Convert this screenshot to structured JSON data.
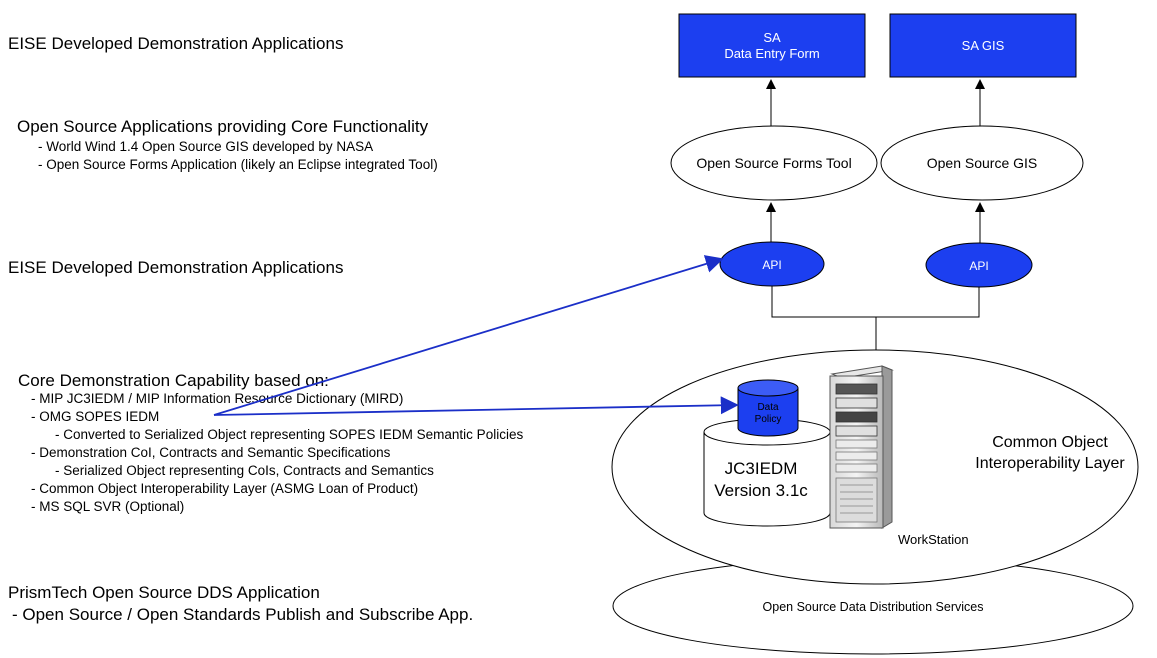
{
  "left": {
    "eise_top": "EISE Developed Demonstration Applications",
    "core_func_title": "Open Source Applications providing Core Functionality",
    "core_func_items": [
      "- World Wind 1.4 Open Source GIS developed by NASA",
      "- Open Source Forms Application (likely an Eclipse integrated Tool)"
    ],
    "eise_mid": "EISE Developed Demonstration Applications",
    "core_demo_title": "Core Demonstration Capability based on:",
    "core_demo_items": [
      "- MIP JC3IEDM / MIP Information Resource Dictionary (MIRD)",
      "- OMG SOPES IEDM",
      "- Converted to Serialized Object representing SOPES IEDM Semantic Policies",
      "- Demonstration CoI, Contracts and Semantic Specifications",
      "- Serialized Object representing CoIs, Contracts and Semantics",
      "- Common Object Interoperability Layer (ASMG Loan of Product)",
      "- MS SQL SVR (Optional)"
    ],
    "dds_title": "PrismTech Open Source DDS Application",
    "dds_item": "- Open Source / Open Standards Publish and Subscribe App."
  },
  "diagram": {
    "sa_form_line1": "SA",
    "sa_form_line2": "Data Entry Form",
    "sa_gis": "SA GIS",
    "forms_tool": "Open Source Forms Tool",
    "os_gis": "Open Source GIS",
    "api_left": "API",
    "api_right": "API",
    "data_policy_line1": "Data",
    "data_policy_line2": "Policy",
    "jc3_line1": "JC3IEDM",
    "jc3_line2": "Version 3.1c",
    "coil_line1": "Common Object",
    "coil_line2": "Interoperability Layer",
    "workstation": "WorkStation",
    "dds": "Open Source Data Distribution Services"
  },
  "colors": {
    "box_fill": "#1c3ff0",
    "arrow": "#1b2fc8"
  }
}
